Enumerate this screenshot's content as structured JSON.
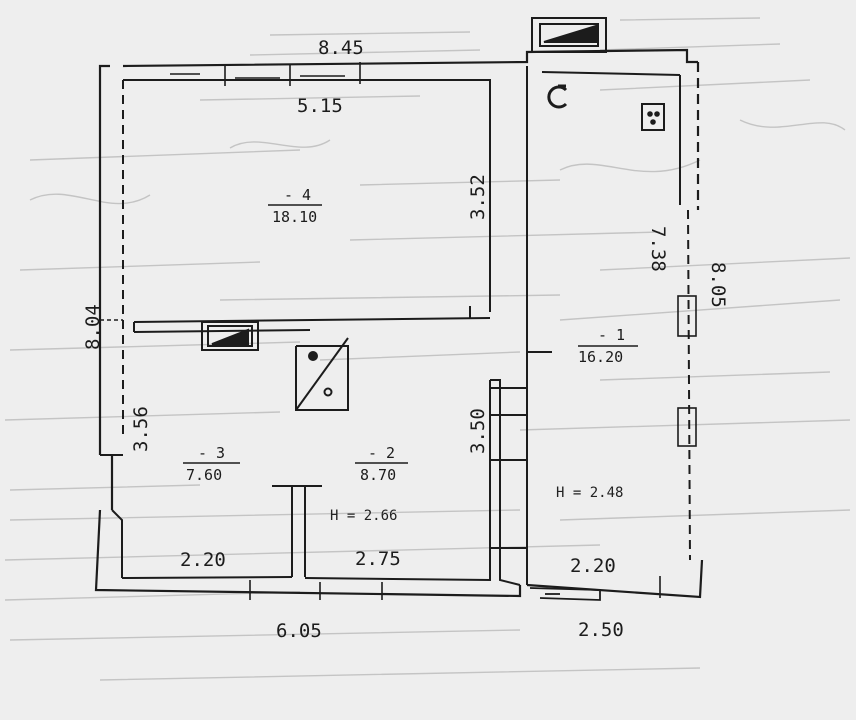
{
  "dimensions": {
    "top_outer": "8.45",
    "top_inner": "5.15",
    "left_outer": "8.04",
    "left_lower": "3.56",
    "center_upper": "3.52",
    "center_lower": "3.50",
    "right_inner": "7.38",
    "right_outer": "8.05",
    "bottom_left_inner": "2.20",
    "bottom_mid_inner": "2.75",
    "bottom_right_inner": "2.20",
    "bottom_outer_left": "6.05",
    "bottom_outer_right": "2.50"
  },
  "rooms": [
    {
      "number": "- 4",
      "area": "18.10"
    },
    {
      "number": "- 1",
      "area": "16.20"
    },
    {
      "number": "- 3",
      "area": "7.60"
    },
    {
      "number": "- 2",
      "area": "8.70"
    }
  ],
  "heights": {
    "left": "H = 2.66",
    "right": "H = 2.48"
  },
  "colors": {
    "paper": "#eeeeee",
    "ink": "#1c1c1c"
  }
}
